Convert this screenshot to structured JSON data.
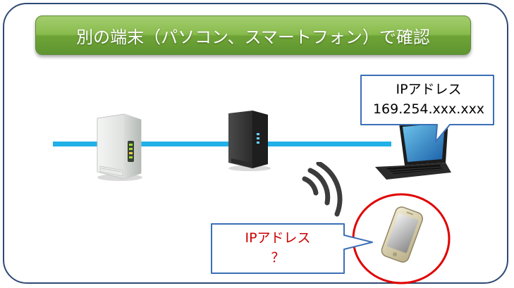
{
  "banner": {
    "title": "別の端末（パソコン、スマートフォン）で確認"
  },
  "laptop_callout": {
    "label": "IPアドレス",
    "value": "169.254.xxx.xxx"
  },
  "phone_callout": {
    "label": "IPアドレス",
    "value": "？"
  },
  "colors": {
    "frame": "#2e4a73",
    "banner": "#7ab03c",
    "cable": "#21b0e8",
    "phone_highlight": "#e00000",
    "phone_text": "#cc0000",
    "callout_border": "#3b6fb6"
  },
  "icons": [
    "white-router-icon",
    "black-router-icon",
    "laptop-icon",
    "wifi-waves-icon",
    "smartphone-icon"
  ]
}
